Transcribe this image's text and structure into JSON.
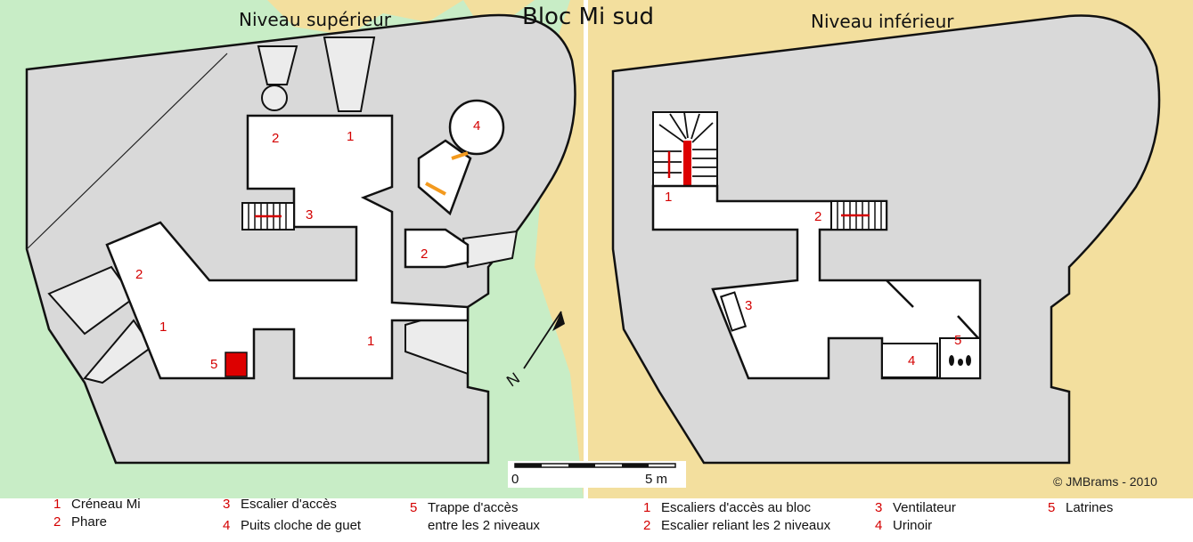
{
  "title": "Bloc Mi sud",
  "upper": {
    "heading": "Niveau supérieur",
    "room_labels": {
      "r2a": "2",
      "r1a": "1",
      "r4": "4",
      "r3": "3",
      "r2b": "2",
      "r2c": "2",
      "r1b": "1",
      "r1c": "1",
      "r5": "5"
    }
  },
  "lower": {
    "heading": "Niveau inférieur",
    "room_labels": {
      "r1": "1",
      "r2": "2",
      "r3": "3",
      "r4": "4",
      "r5": "5"
    }
  },
  "scale": {
    "start": "0",
    "end": "5 m"
  },
  "compass": "N",
  "copyright": "©  JMBrams - 2010",
  "legend_upper": [
    {
      "num": "1",
      "text": "Créneau Mi"
    },
    {
      "num": "2",
      "text": "Phare"
    },
    {
      "num": "3",
      "text": "Escalier d'accès"
    },
    {
      "num": "4",
      "text": "Puits cloche de guet"
    },
    {
      "num": "5",
      "text": "Trappe d'accès",
      "text2": "entre les 2 niveaux"
    }
  ],
  "legend_lower": [
    {
      "num": "1",
      "text": "Escaliers d'accès au bloc"
    },
    {
      "num": "2",
      "text": "Escalier reliant les 2 niveaux"
    },
    {
      "num": "3",
      "text": "Ventilateur"
    },
    {
      "num": "4",
      "text": "Urinoir"
    },
    {
      "num": "5",
      "text": "Latrines"
    }
  ],
  "colors": {
    "sand": "#f3df9e",
    "grass": "#c8edc6",
    "concrete": "#d9d9d9",
    "label": "#d40000",
    "trap": "#dd0000",
    "door": "#f39a1e"
  }
}
